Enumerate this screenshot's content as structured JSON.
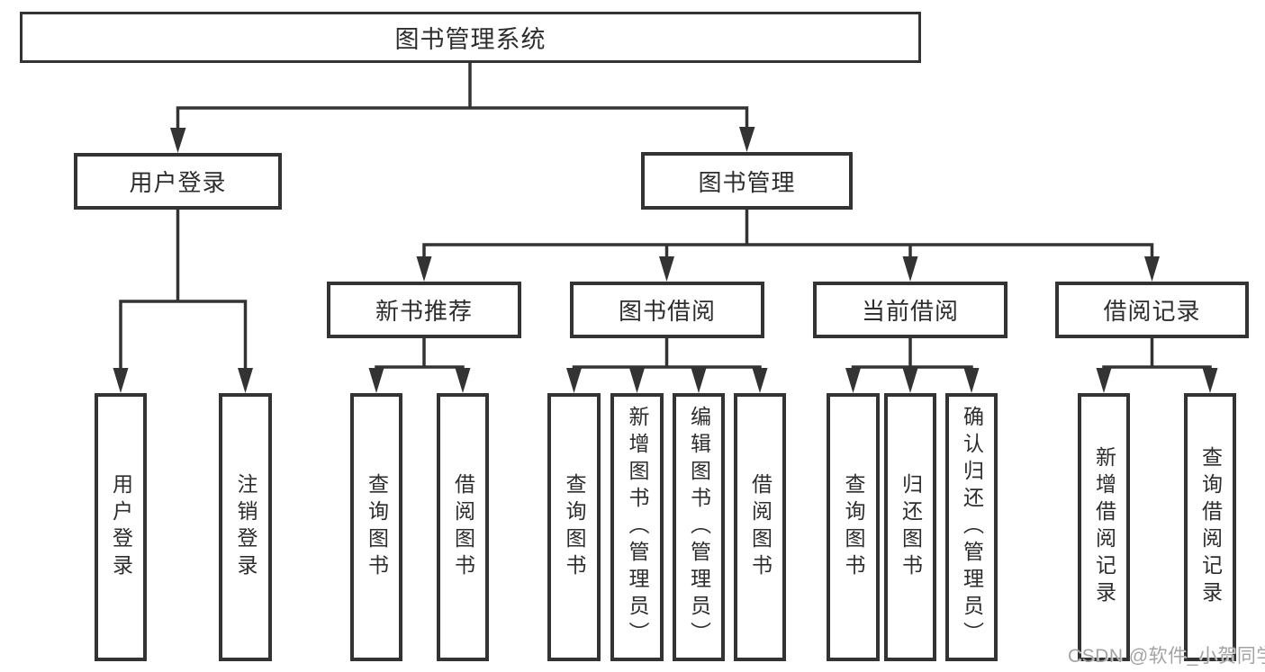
{
  "colors": {
    "line": "#333333",
    "border": "#333333",
    "text": "#2d2d2d",
    "watermark": "#a3a3a3"
  },
  "watermark": {
    "text": "CSDN @软件_小贺同学"
  },
  "tree": {
    "label": "图书管理系统",
    "children": [
      {
        "label": "用户登录",
        "children": [
          {
            "label": "用户登录"
          },
          {
            "label": "注销登录"
          }
        ]
      },
      {
        "label": "图书管理",
        "children": [
          {
            "label": "新书推荐",
            "children": [
              {
                "label": "查询图书"
              },
              {
                "label": "借阅图书"
              }
            ]
          },
          {
            "label": "图书借阅",
            "children": [
              {
                "label": "查询图书"
              },
              {
                "label": "新增图书（管理员）"
              },
              {
                "label": "编辑图书（管理员）"
              },
              {
                "label": "借阅图书"
              }
            ]
          },
          {
            "label": "当前借阅",
            "children": [
              {
                "label": "查询图书"
              },
              {
                "label": "归还图书"
              },
              {
                "label": "确认归还（管理员）"
              }
            ]
          },
          {
            "label": "借阅记录",
            "children": [
              {
                "label": "新增借阅记录"
              },
              {
                "label": "查询借阅记录"
              }
            ]
          }
        ]
      }
    ]
  }
}
